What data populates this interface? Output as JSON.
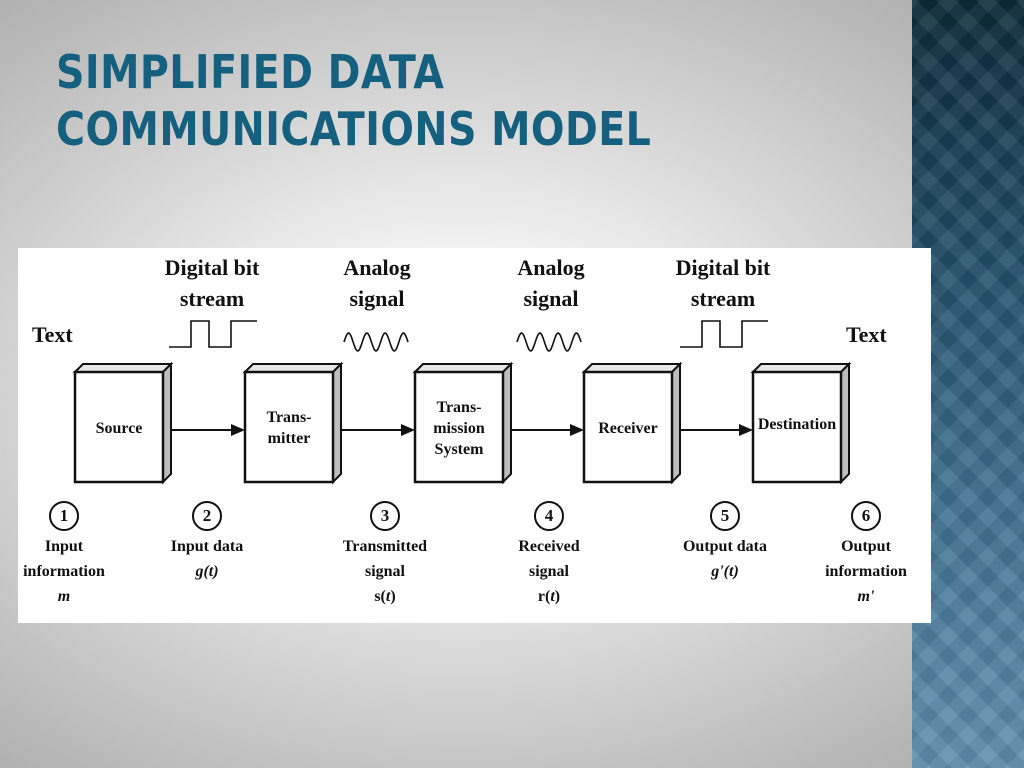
{
  "slide": {
    "title_line1": "SIMPLIFIED DATA",
    "title_line2": "COMMUNICATIONS MODEL"
  },
  "diagram": {
    "text_left": "Text",
    "text_right": "Text",
    "signals": [
      {
        "line1": "Digital bit",
        "line2": "stream",
        "kind": "digital"
      },
      {
        "line1": "Analog",
        "line2": "signal",
        "kind": "analog"
      },
      {
        "line1": "Analog",
        "line2": "signal",
        "kind": "analog"
      },
      {
        "line1": "Digital bit",
        "line2": "stream",
        "kind": "digital"
      }
    ],
    "boxes": [
      {
        "lines": [
          "Source"
        ]
      },
      {
        "lines": [
          "Trans-",
          "mitter"
        ]
      },
      {
        "lines": [
          "Trans-",
          "mission",
          "System"
        ]
      },
      {
        "lines": [
          "Receiver"
        ]
      },
      {
        "lines": [
          "Destination"
        ]
      }
    ],
    "stages": [
      {
        "num": "1",
        "line1": "Input",
        "line2": "information",
        "sym": "m",
        "sym_pre": "",
        "sym_post": ""
      },
      {
        "num": "2",
        "line1": "Input data",
        "line2": "",
        "sym": "g(t)",
        "sym_pre": "",
        "sym_post": ""
      },
      {
        "num": "3",
        "line1": "Transmitted",
        "line2": "signal",
        "sym_pre": "s(",
        "sym": "t",
        "sym_post": ")"
      },
      {
        "num": "4",
        "line1": "Received",
        "line2": "signal",
        "sym_pre": "r(",
        "sym": "t",
        "sym_post": ")"
      },
      {
        "num": "5",
        "line1": "Output data",
        "line2": "",
        "sym": "g'(t)",
        "sym_pre": "",
        "sym_post": ""
      },
      {
        "num": "6",
        "line1": "Output",
        "line2": "information",
        "sym": "m'",
        "sym_pre": "",
        "sym_post": ""
      }
    ]
  }
}
